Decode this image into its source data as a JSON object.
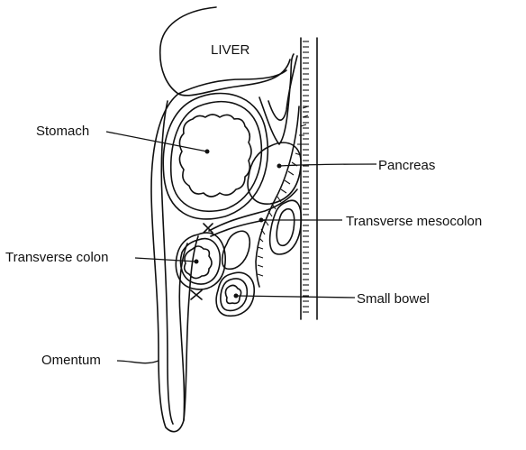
{
  "diagram": {
    "labels": {
      "liver": "LIVER",
      "stomach": "Stomach",
      "pancreas": "Pancreas",
      "transverse_mesocolon": "Transverse mesocolon",
      "transverse_colon": "Transverse colon",
      "small_bowel": "Small bowel",
      "omentum": "Omentum"
    }
  }
}
